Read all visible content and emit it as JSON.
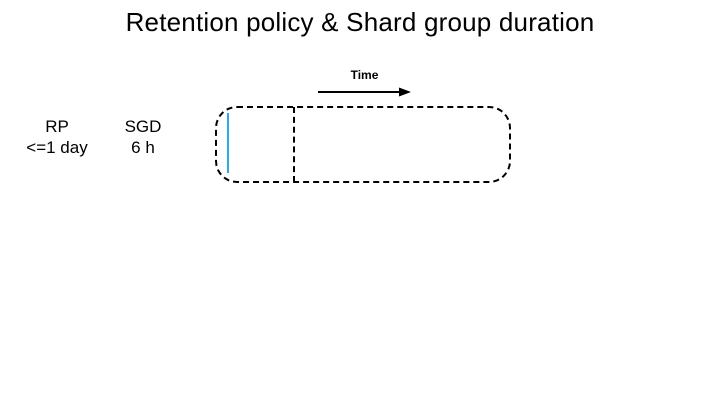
{
  "title": "Retention policy & Shard group duration",
  "time_axis": {
    "label": "Time"
  },
  "policy_table": {
    "rp": {
      "header": "RP",
      "value": "<=1 day"
    },
    "sgd": {
      "header": "SGD",
      "value": "6 h"
    }
  },
  "diagram": {
    "shard_group_box": "dashed rounded rectangle split by a dashed vertical divider",
    "colors": {
      "shard_line": "#29abe2",
      "outline": "#000000"
    }
  }
}
